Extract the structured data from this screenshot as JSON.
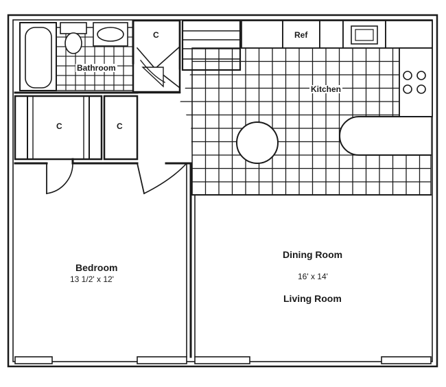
{
  "colors": {
    "ink": "#1a1a1a",
    "paper": "#ffffff"
  },
  "rooms": {
    "bathroom": {
      "name": "Bathroom"
    },
    "kitchen": {
      "name": "Kitchen"
    },
    "refrigerator": {
      "name": "Ref"
    },
    "bedroom": {
      "name": "Bedroom",
      "size": "13 1/2' x 12'"
    },
    "dining_living": {
      "name_top": "Dining Room",
      "size": "16' x 14'",
      "name_bottom": "Living Room"
    }
  },
  "closets": {
    "label": "C"
  }
}
